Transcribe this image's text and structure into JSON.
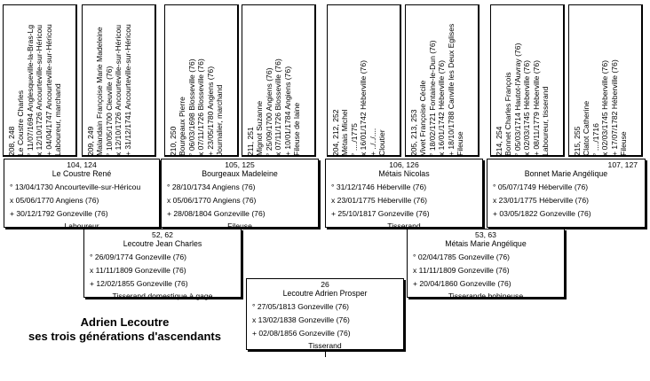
{
  "title": {
    "line1": "Adrien Lecoutre",
    "line2": "ses trois générations d'ascendants"
  },
  "gen4": [
    {
      "lines": [
        "208, 248",
        "Le Coustre Charles",
        "° 11/07/1694 Anglesqueville-la-Bras-Lg",
        "x 12/10/1726 Ancourteville-sur-Héricou",
        "+ 04/04/1747 Ancourteville-sur-Héricou",
        "Laboureur, marchand"
      ]
    },
    {
      "lines": [
        "209, 249",
        "Malandain Françoise Marie Madeleine",
        "° 10/05/1700 Cleuville (76)",
        "x 12/10/1726 Ancourteville-sur-Héricou",
        "+ 31/12/1741 Ancourteville-sur-Héricou"
      ]
    },
    {
      "lines": [
        "210, 250",
        "Bourgeaux Pierre",
        "° 06/03/1698 Blosseville (76)",
        "x 07/11/1726 Blosseville (76)",
        "+ 23/05/1780 Angiens (76)",
        "Journalier, marchand"
      ]
    },
    {
      "lines": [
        "211, 251",
        "Mignot Suzanne",
        "° 25/09/1700 Angiens (76)",
        "x 07/11/1726 Blosseville (76)",
        "+ 10/01/1784 Angiens (76)",
        "Fileuse de laine"
      ]
    },
    {
      "lines": [
        "204, 212, 252",
        "Métais Michel",
        "° ..../1775",
        "x 16/01/1742 Héberville (76)",
        "+ ../../....",
        "Cloutier"
      ]
    },
    {
      "lines": [
        "205, 213, 253",
        "Vivet Françoise Cécile",
        "° 18/02/1721 Fontaine-le-Dun (76)",
        "x 16/01/1742 Héberville (76)",
        "+ 18/10/1788 Canville les Deux Eglises",
        "Fileuse"
      ]
    },
    {
      "lines": [
        "214, 254",
        "Bonnet Charles François",
        "° 05/03/1714 Hautot-l'Auvray (76)",
        "x 02/03/1745 Héberville (76)",
        "+ 08/11/1779 Héberville (76)",
        "Laboureur, tisserand"
      ]
    },
    {
      "lines": [
        "215, 255",
        "Clatot Catherine",
        "° ..../1716",
        "x 02/03/1745 Héberville (76)",
        "+ 17/07/1782 Héberville (76)",
        "Fileuse"
      ]
    }
  ],
  "gen3": [
    {
      "num": "104, 124",
      "name": "Le Coustre René",
      "birth": "° 13/04/1730 Ancourteville-sur-Héricou",
      "marriage": "x 05/06/1770 Angiens (76)",
      "death": "+ 30/12/1792 Gonzeville (76)",
      "occupation": "Laboureur"
    },
    {
      "num": "105, 125",
      "name": "Bourgeaux Madeleine",
      "birth": "° 28/10/1734 Angiens (76)",
      "marriage": "x 05/06/1770 Angiens (76)",
      "death": "+ 28/08/1804 Gonzeville (76)",
      "occupation": "Fileuse"
    },
    {
      "num": "106, 126",
      "name": "Métais Nicolas",
      "birth": "° 31/12/1746 Héberville (76)",
      "marriage": "x 23/01/1775 Héberville (76)",
      "death": "+ 25/10/1817 Gonzeville (76)",
      "occupation": "Tisserand"
    },
    {
      "num": "107, 127",
      "name": "Bonnet Marie Angélique",
      "birth": "° 05/07/1749 Héberville (76)",
      "marriage": "x 23/01/1775 Héberville (76)",
      "death": "+ 03/05/1822 Gonzeville (76)",
      "occupation": ""
    }
  ],
  "gen2": [
    {
      "num": "52, 62",
      "name": "Lecoutre Jean Charles",
      "birth": "° 26/09/1774 Gonzeville (76)",
      "marriage": "x 11/11/1809 Gonzeville (76)",
      "death": "+ 12/02/1855 Gonzeville (76)",
      "occupation": "Tisserand domestique à gage"
    },
    {
      "num": "53, 63",
      "name": "Métais Marie Angélique",
      "birth": "° 02/04/1785 Gonzeville (76)",
      "marriage": "x 11/11/1809 Gonzeville (76)",
      "death": "+ 20/04/1860 Gonzeville (76)",
      "occupation": "Tisserande bobineuse"
    }
  ],
  "gen1": {
    "num": "26",
    "name": "Lecoutre Adrien Prosper",
    "birth": "° 27/05/1813 Gonzeville (76)",
    "marriage": "x 13/02/1838 Gonzeville (76)",
    "death": "+ 02/08/1856 Gonzeville (76)",
    "occupation": "Tisserand"
  }
}
